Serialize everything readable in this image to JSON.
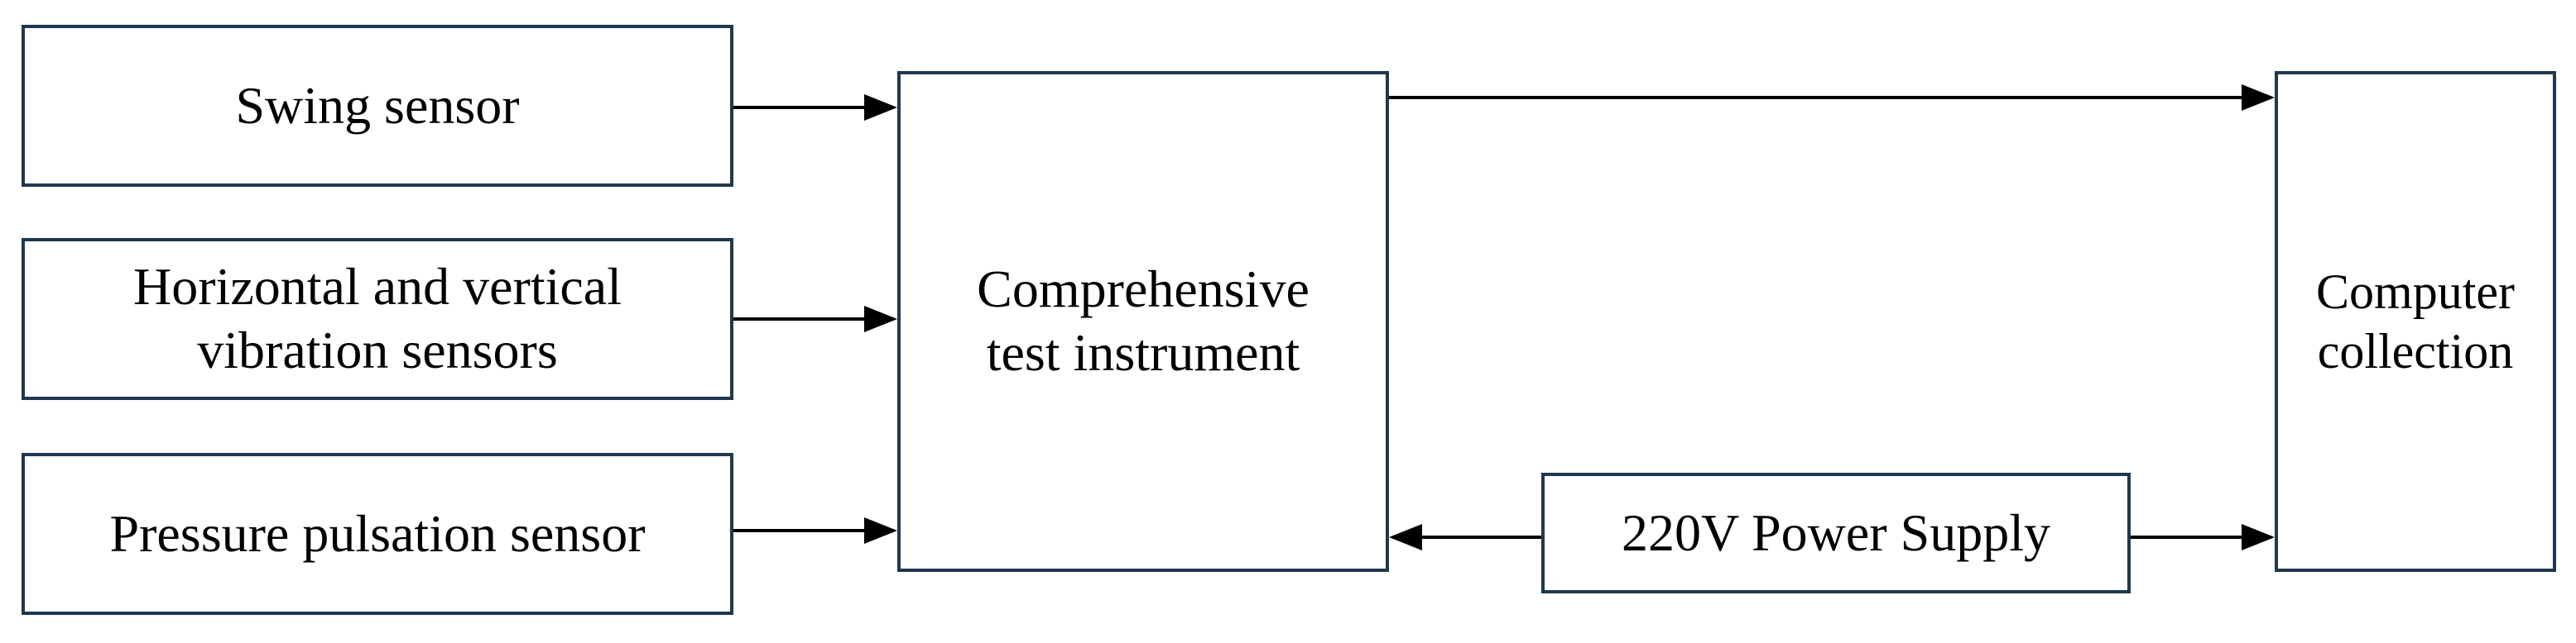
{
  "diagram": {
    "nodes": {
      "swing_sensor": {
        "lines": [
          "Swing sensor"
        ]
      },
      "hv_sensors": {
        "lines": [
          "Horizontal and vertical",
          "vibration sensors"
        ]
      },
      "pressure_sensor": {
        "lines": [
          "Pressure pulsation sensor"
        ]
      },
      "instrument": {
        "lines": [
          "Comprehensive",
          "test instrument"
        ]
      },
      "computer": {
        "lines": [
          "Computer",
          "collection"
        ]
      },
      "power": {
        "lines": [
          "220V Power Supply"
        ]
      }
    },
    "edges": [
      {
        "from": "swing_sensor",
        "to": "instrument"
      },
      {
        "from": "hv_sensors",
        "to": "instrument"
      },
      {
        "from": "pressure_sensor",
        "to": "instrument"
      },
      {
        "from": "instrument",
        "to": "computer"
      },
      {
        "from": "power",
        "to": "instrument"
      },
      {
        "from": "power",
        "to": "computer"
      }
    ],
    "colors": {
      "box_border": "#1f3850",
      "arrow": "#000000"
    }
  }
}
